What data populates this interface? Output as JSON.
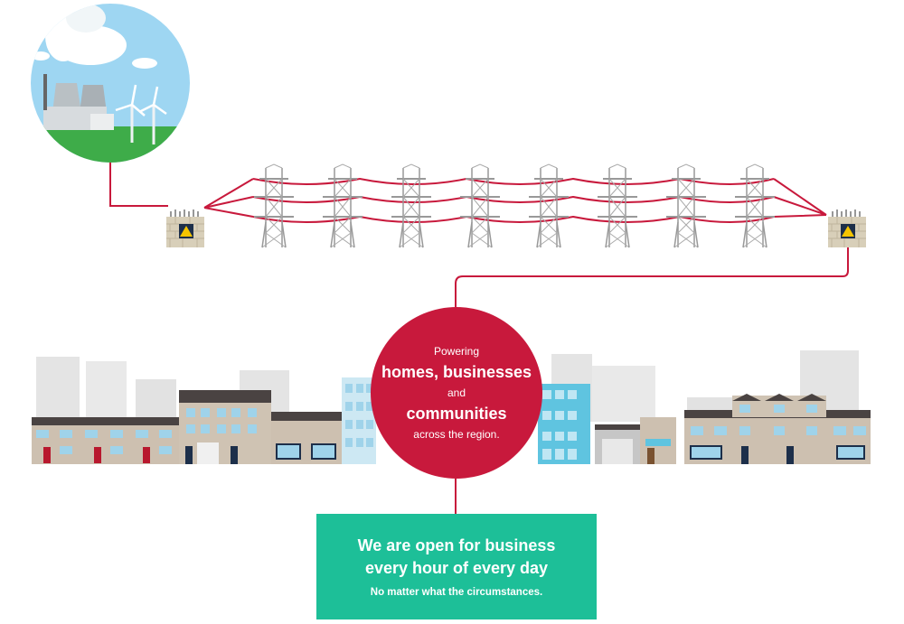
{
  "circle": {
    "line1": "Powering",
    "line2": "homes, businesses",
    "line3": "and",
    "line4": "communities",
    "line5": "across the region."
  },
  "box": {
    "line1": "We are open for business",
    "line2": "every hour of every day",
    "line3": "No matter what the circumstances."
  },
  "colors": {
    "line": "#c8193c",
    "circle": "#c8193c",
    "box": "#1dbf98",
    "sky": "#9ed6f2",
    "grass": "#3eac49"
  },
  "icons": [
    "power-station-illustration",
    "wind-turbine-icon",
    "electricity-pylon-icon",
    "substation-icon",
    "lightning-warning-icon",
    "town-skyline-illustration"
  ]
}
